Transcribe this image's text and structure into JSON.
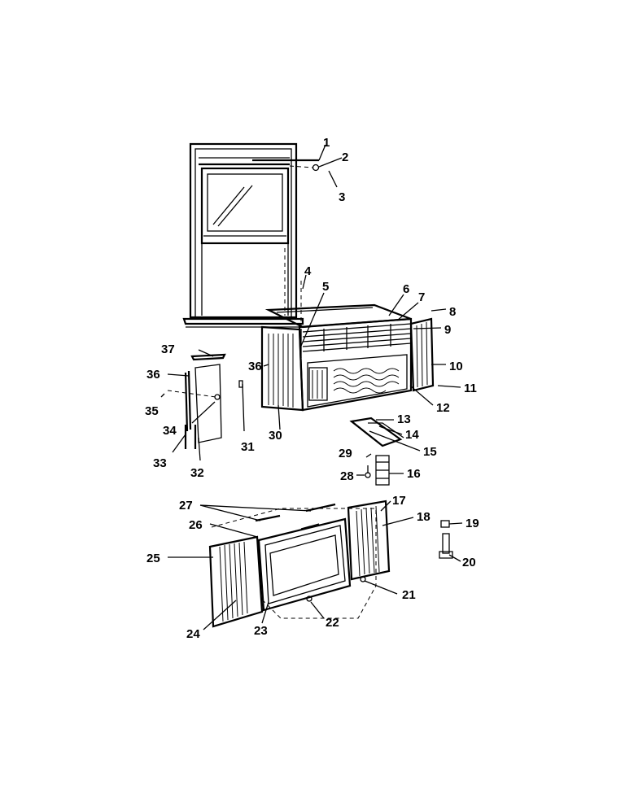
{
  "labels": {
    "p1": "1",
    "p2": "2",
    "p3": "3",
    "p4": "4",
    "p5": "5",
    "p6": "6",
    "p7": "7",
    "p8": "8",
    "p9": "9",
    "p10": "10",
    "p11": "11",
    "p12": "12",
    "p13": "13",
    "p14": "14",
    "p15": "15",
    "p16": "16",
    "p17": "17",
    "p18": "18",
    "p19": "19",
    "p20": "20",
    "p21": "21",
    "p22": "22",
    "p23": "23",
    "p24": "24",
    "p25": "25",
    "p26": "26",
    "p27": "27",
    "p28": "28",
    "p29": "29",
    "p30": "30",
    "p31": "31",
    "p32": "32",
    "p33": "33",
    "p34": "34",
    "p35": "35",
    "p36a": "36",
    "p36b": "36",
    "p37": "37"
  }
}
